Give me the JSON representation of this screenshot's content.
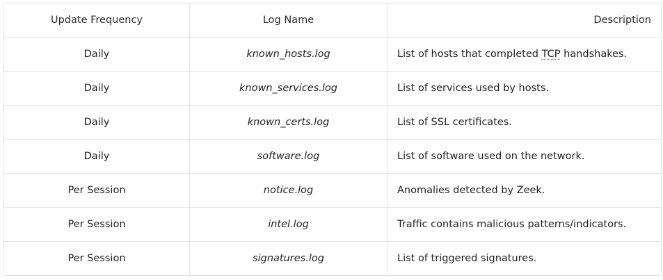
{
  "table": {
    "headers": {
      "frequency": "Update Frequency",
      "log_name": "Log Name",
      "description": "Description"
    },
    "rows": [
      {
        "frequency": "Daily",
        "log_name": "known_hosts.log",
        "description_before": "List of hosts that completed ",
        "description_abbr": "TCP",
        "description_after": " handshakes."
      },
      {
        "frequency": "Daily",
        "log_name": "known_services.log",
        "description_before": "List of services used by hosts.",
        "description_abbr": "",
        "description_after": ""
      },
      {
        "frequency": "Daily",
        "log_name": "known_certs.log",
        "description_before": "List of SSL certificates.",
        "description_abbr": "",
        "description_after": ""
      },
      {
        "frequency": "Daily",
        "log_name": "software.log",
        "description_before": "List of software used on the network.",
        "description_abbr": "",
        "description_after": ""
      },
      {
        "frequency": "Per Session",
        "log_name": "notice.log",
        "description_before": "Anomalies detected by Zeek.",
        "description_abbr": "",
        "description_after": ""
      },
      {
        "frequency": "Per Session",
        "log_name": "intel.log",
        "description_before": "Traffic contains malicious patterns/indicators.",
        "description_abbr": "",
        "description_after": ""
      },
      {
        "frequency": "Per Session",
        "log_name": "signatures.log",
        "description_before": "List of triggered signatures.",
        "description_abbr": "",
        "description_after": ""
      }
    ]
  }
}
